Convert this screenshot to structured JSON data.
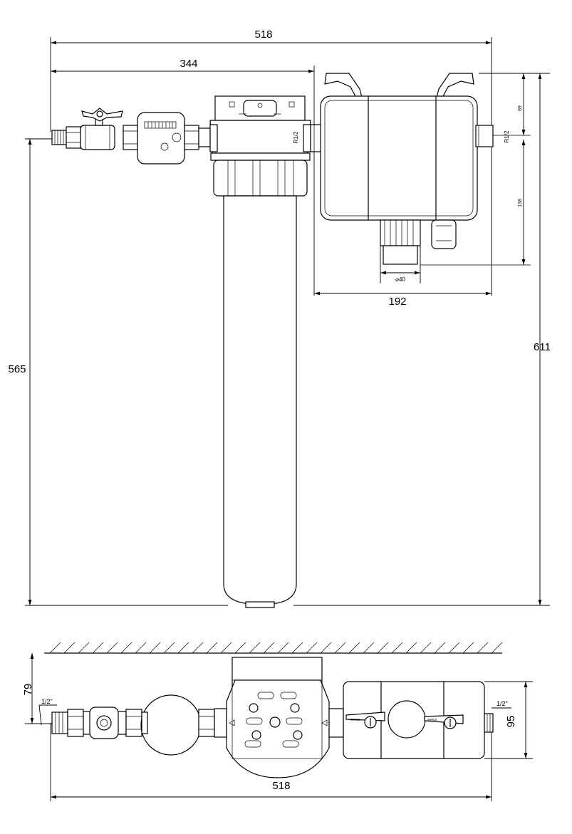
{
  "dimensions": {
    "total_width_top": "518",
    "inlet_to_filter": "344",
    "dosing_unit_width": "192",
    "height_left": "565",
    "height_right": "611",
    "thread_left": "R1/2",
    "thread_right": "R1/2",
    "small_top": "69",
    "small_mid": "138",
    "diameter_bottom": "⌀40",
    "wall_depth": "79",
    "thread_plan_left": "1/2\"",
    "thread_plan_right": "1/2\"",
    "plan_height_right": "95",
    "total_width_bottom": "518"
  },
  "labels": {
    "valve_brand_left": "seeco",
    "valve_brand_right": "seeco"
  }
}
